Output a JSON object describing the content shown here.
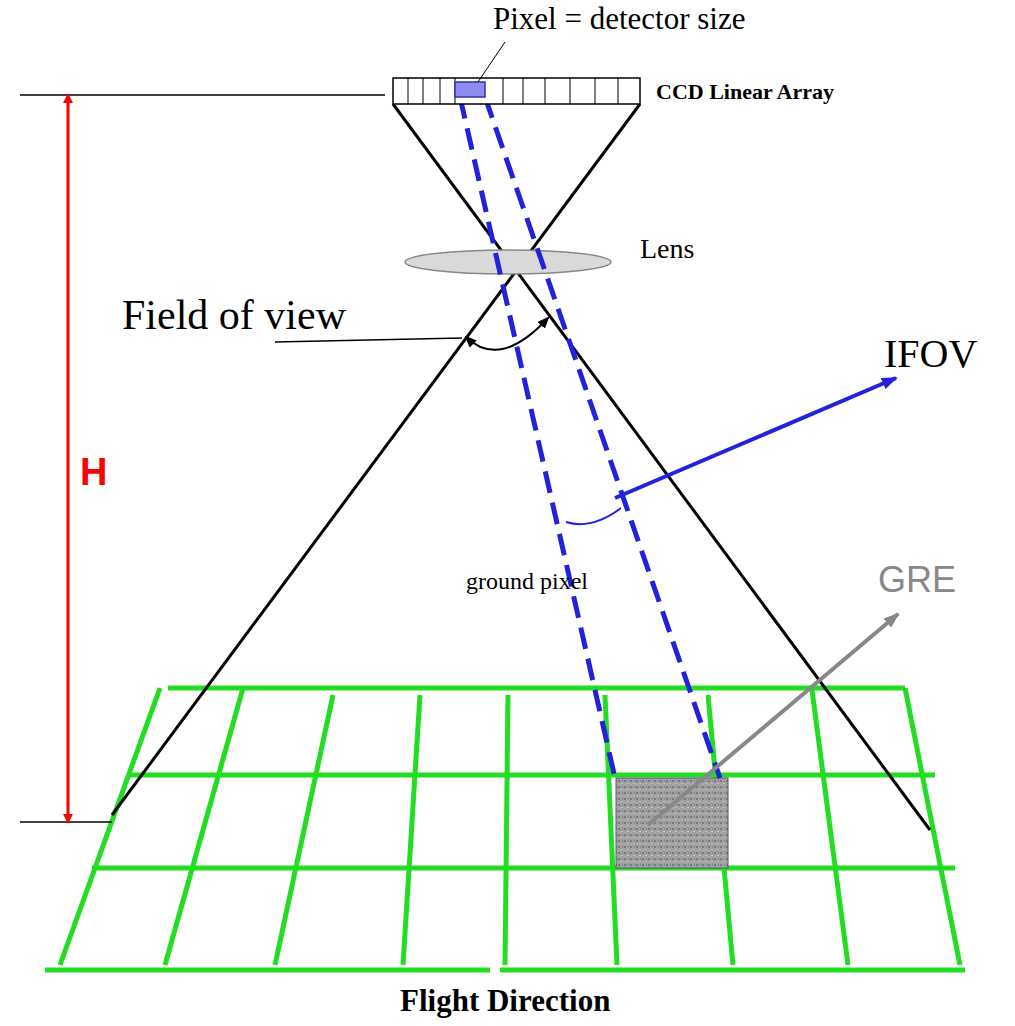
{
  "diagram": {
    "labels": [
      "Pixel = detector size",
      "CCD Linear Array",
      "Lens",
      "Field of view",
      "IFOV",
      "H",
      "GRE",
      "ground pixel",
      "Flight Direction"
    ]
  }
}
